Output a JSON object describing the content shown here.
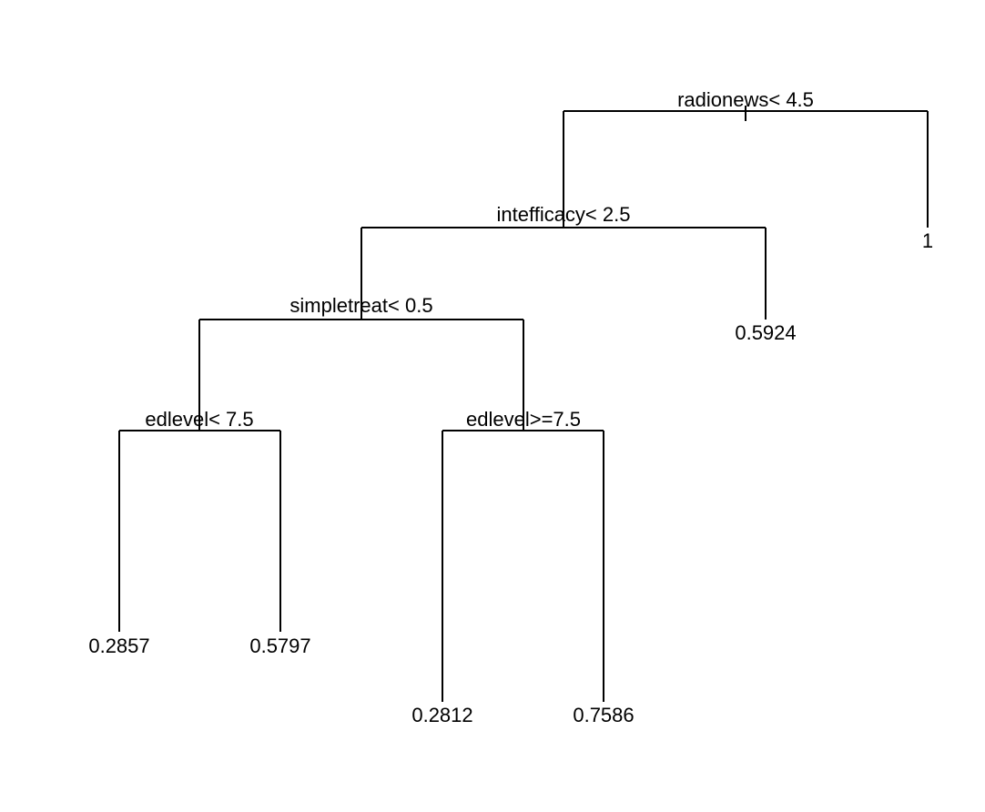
{
  "tree": {
    "splits": {
      "root": "radionews< 4.5",
      "n2": "intefficacy< 2.5",
      "n4": "simpletreat< 0.5",
      "n8": "edlevel< 7.5",
      "n9": "edlevel>=7.5"
    },
    "leaves": {
      "n3": "1",
      "n5": "0.5924",
      "n16": "0.2857",
      "n17": "0.5797",
      "n18": "0.2812",
      "n19": "0.7586"
    }
  },
  "colors": {
    "line": "#000000",
    "text": "#000000",
    "background": "#ffffff"
  }
}
